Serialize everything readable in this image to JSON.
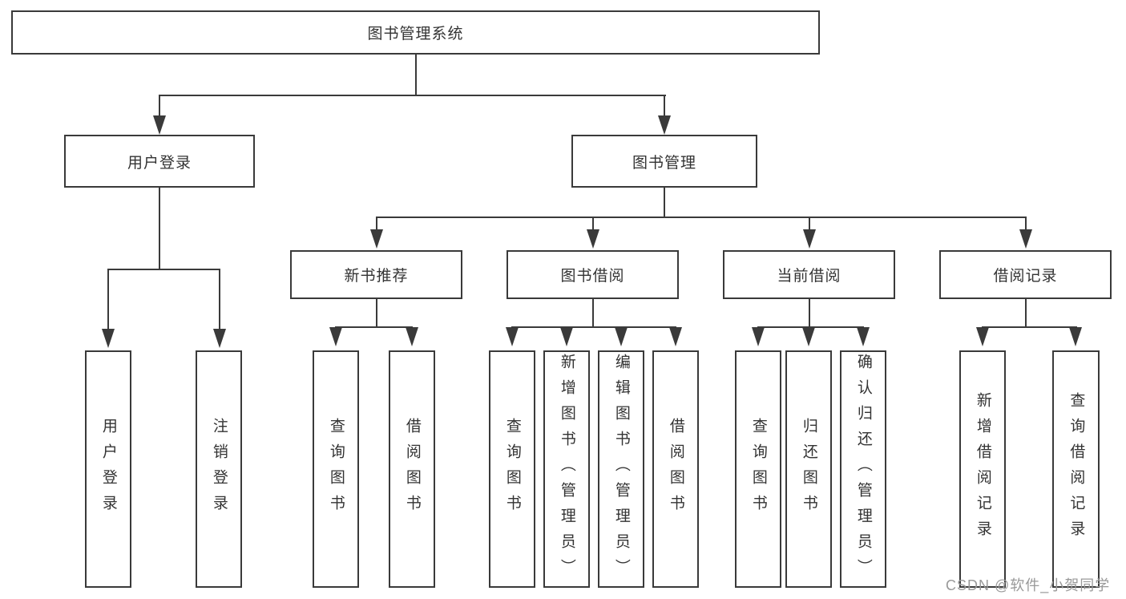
{
  "colors": {
    "line": "#3a3a3a",
    "text": "#333333",
    "watermark": "#999999",
    "background": "#ffffff"
  },
  "watermark": {
    "text": "CSDN @软件_小贺同学"
  },
  "tree": {
    "root": {
      "label": "图书管理系统"
    },
    "branches": [
      {
        "label": "用户登录",
        "children": [
          {
            "label": "用户登录"
          },
          {
            "label": "注销登录"
          }
        ]
      },
      {
        "label": "图书管理",
        "groups": [
          {
            "label": "新书推荐",
            "children": [
              {
                "label": "查询图书"
              },
              {
                "label": "借阅图书"
              }
            ]
          },
          {
            "label": "图书借阅",
            "children": [
              {
                "label": "查询图书"
              },
              {
                "label": "新增图书（管理员）"
              },
              {
                "label": "编辑图书（管理员）"
              },
              {
                "label": "借阅图书"
              }
            ]
          },
          {
            "label": "当前借阅",
            "children": [
              {
                "label": "查询图书"
              },
              {
                "label": "归还图书"
              },
              {
                "label": "确认归还（管理员）"
              }
            ]
          },
          {
            "label": "借阅记录",
            "children": [
              {
                "label": "新增借阅记录"
              },
              {
                "label": "查询借阅记录"
              }
            ]
          }
        ]
      }
    ]
  }
}
